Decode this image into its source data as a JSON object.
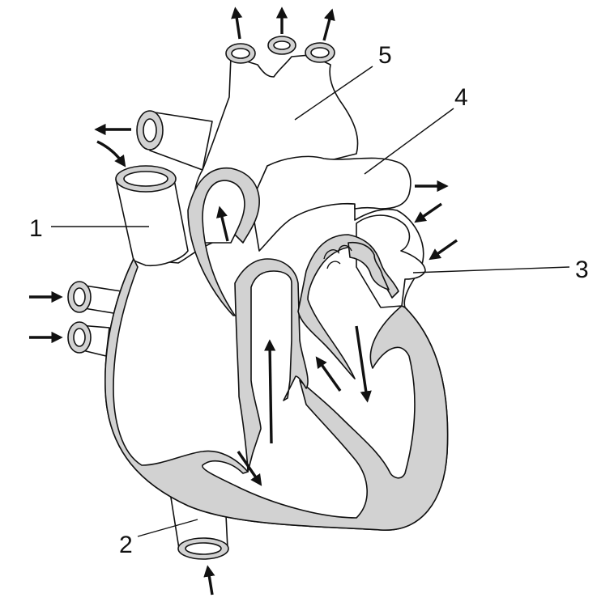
{
  "labels": [
    {
      "id": "1",
      "text": "1"
    },
    {
      "id": "2",
      "text": "2"
    },
    {
      "id": "3",
      "text": "3"
    },
    {
      "id": "4",
      "text": "4"
    },
    {
      "id": "5",
      "text": "5"
    }
  ],
  "colors": {
    "wall_fill": "#d2d2d2",
    "outline": "#111111",
    "background": "#ffffff"
  }
}
